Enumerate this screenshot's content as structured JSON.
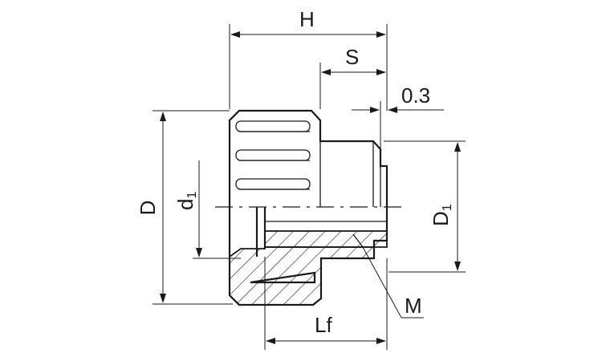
{
  "dimensions": {
    "H": "H",
    "S": "S",
    "gap": "0.3",
    "D": "D",
    "d1_main": "d",
    "d1_sub": "1",
    "D1_main": "D",
    "D1_sub": "1",
    "M": "M",
    "Lf": "Lf"
  }
}
